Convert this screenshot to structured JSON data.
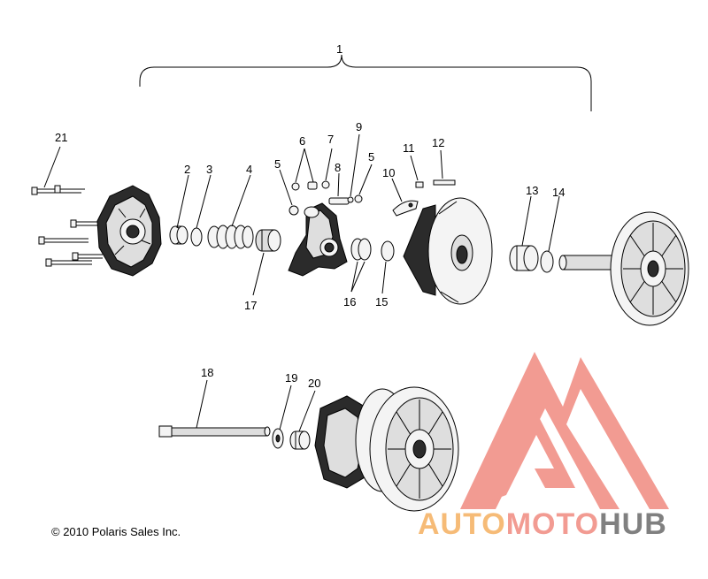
{
  "callouts": {
    "c1": "1",
    "c2": "2",
    "c3": "3",
    "c4": "4",
    "c5a": "5",
    "c5b": "5",
    "c6": "6",
    "c7": "7",
    "c8": "8",
    "c9": "9",
    "c10": "10",
    "c11": "11",
    "c12": "12",
    "c13": "13",
    "c14": "14",
    "c15": "15",
    "c16": "16",
    "c17": "17",
    "c18": "18",
    "c19": "19",
    "c20": "20",
    "c21": "21"
  },
  "copyright": "© 2010 Polaris Sales Inc.",
  "watermark": {
    "part_auto": "AUTO",
    "part_moto": "MOTO",
    "part_hub": "HUB",
    "color_primary": "#f08a80",
    "color_secondary": "#f5b060",
    "color_dark": "#6b6b6b"
  }
}
